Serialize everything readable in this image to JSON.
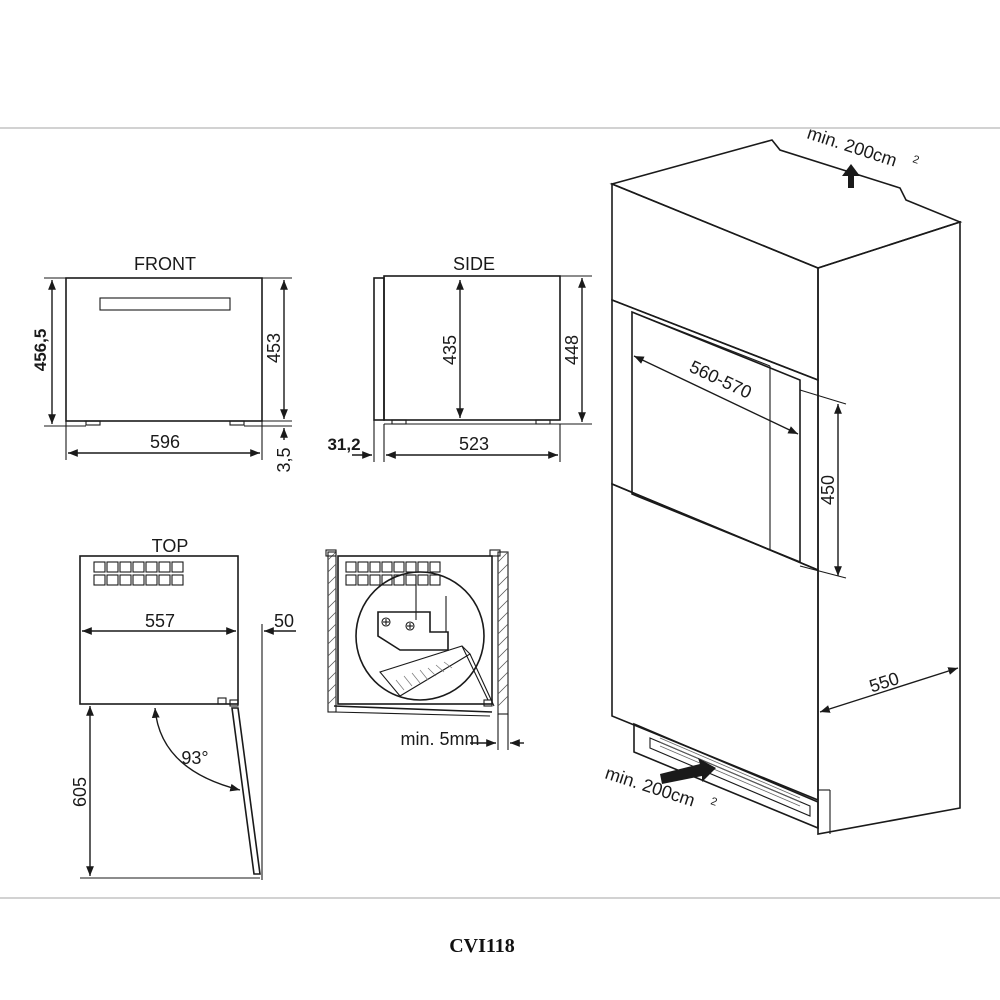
{
  "views": {
    "front": "FRONT",
    "side": "SIDE",
    "top": "TOP"
  },
  "dims": {
    "front_height_total": "456,5",
    "front_height": "453",
    "front_width": "596",
    "front_foot": "3,5",
    "side_height_inner": "435",
    "side_height": "448",
    "side_offset": "31,2",
    "side_depth": "523",
    "top_width": "557",
    "top_gap": "50",
    "door_angle": "93°",
    "door_swing": "605",
    "min_gap": "min. 5mm",
    "niche_width": "560-570",
    "niche_height": "450",
    "cabinet_depth": "550"
  },
  "vent": {
    "top_label": "min. 200cm",
    "top_sup": "2",
    "bottom_label": "min. 200cm",
    "bottom_sup": "2"
  },
  "model": "CVI118"
}
